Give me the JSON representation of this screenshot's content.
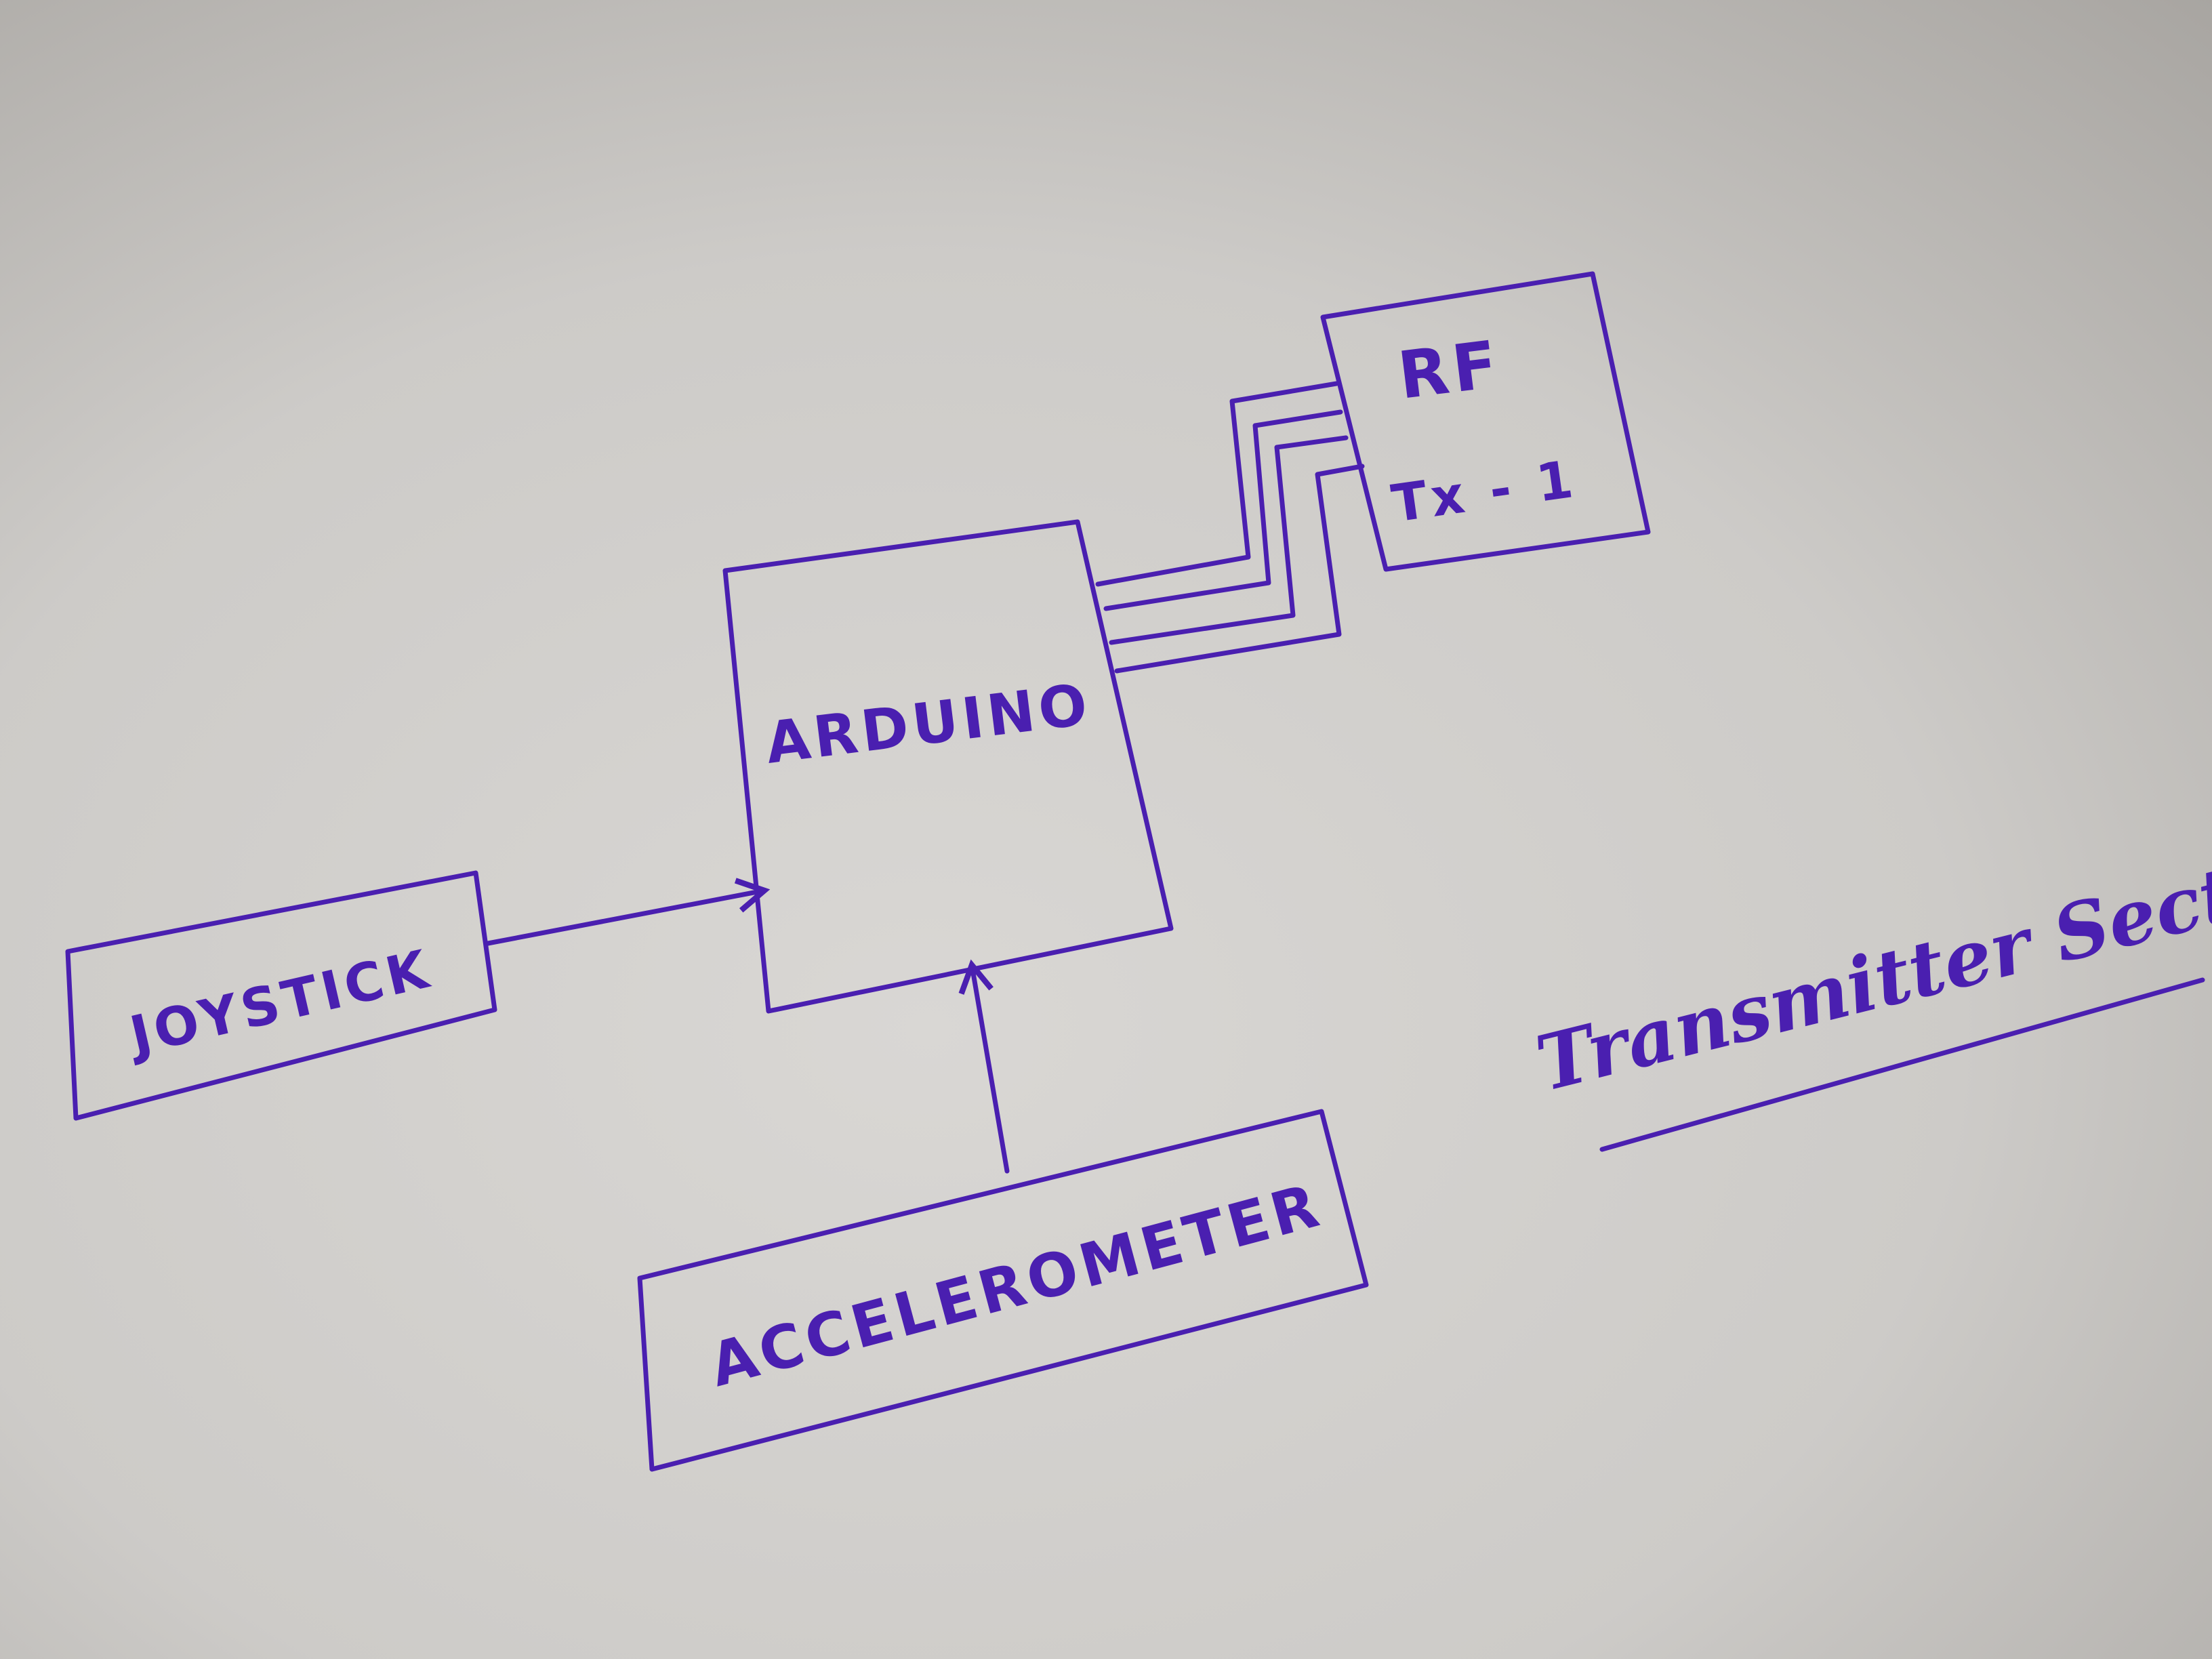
{
  "diagram": {
    "blocks": {
      "rf": {
        "line1": "RF",
        "line2": "Tx - 1"
      },
      "arduino": {
        "label": "ARDUINO"
      },
      "joystick": {
        "label": "JOYSTICK"
      },
      "accelerometer": {
        "label": "ACCELEROMETER"
      }
    },
    "caption": "Transmitter Section :",
    "ink_color": "#4a1fb0",
    "paper_color": "#cfcdca"
  }
}
